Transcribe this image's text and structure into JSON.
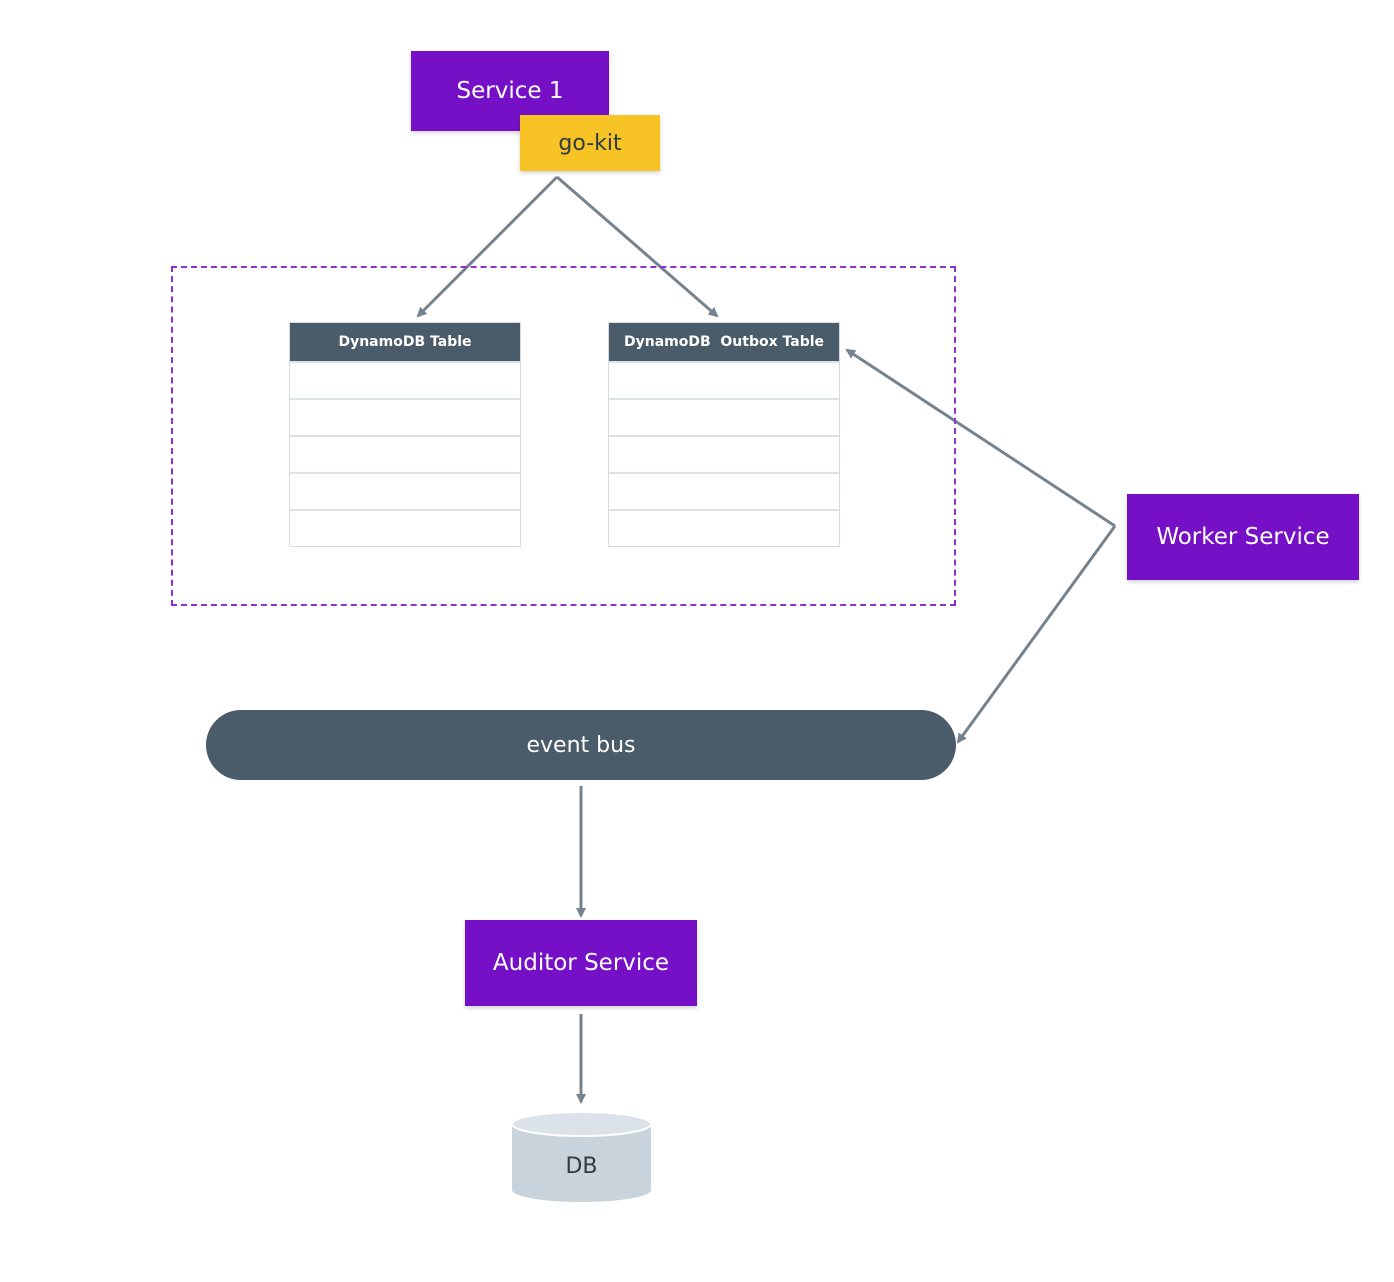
{
  "nodes": {
    "service1": "Service 1",
    "gokit": "go-kit",
    "worker": "Worker Service",
    "auditor": "Auditor Service",
    "event_bus": "event bus",
    "db": "DB"
  },
  "tables": {
    "main": {
      "title": "DynamoDB Table",
      "rows": 5
    },
    "outbox": {
      "title": "DynamoDB  Outbox Table",
      "rows": 5
    }
  },
  "colors": {
    "service": "#7510c6",
    "gokit": "#f7c325",
    "dark": "#4a5b6a",
    "arrow": "#75838f",
    "boundary": "#8b2fd6",
    "db": "#c9d3dc"
  }
}
